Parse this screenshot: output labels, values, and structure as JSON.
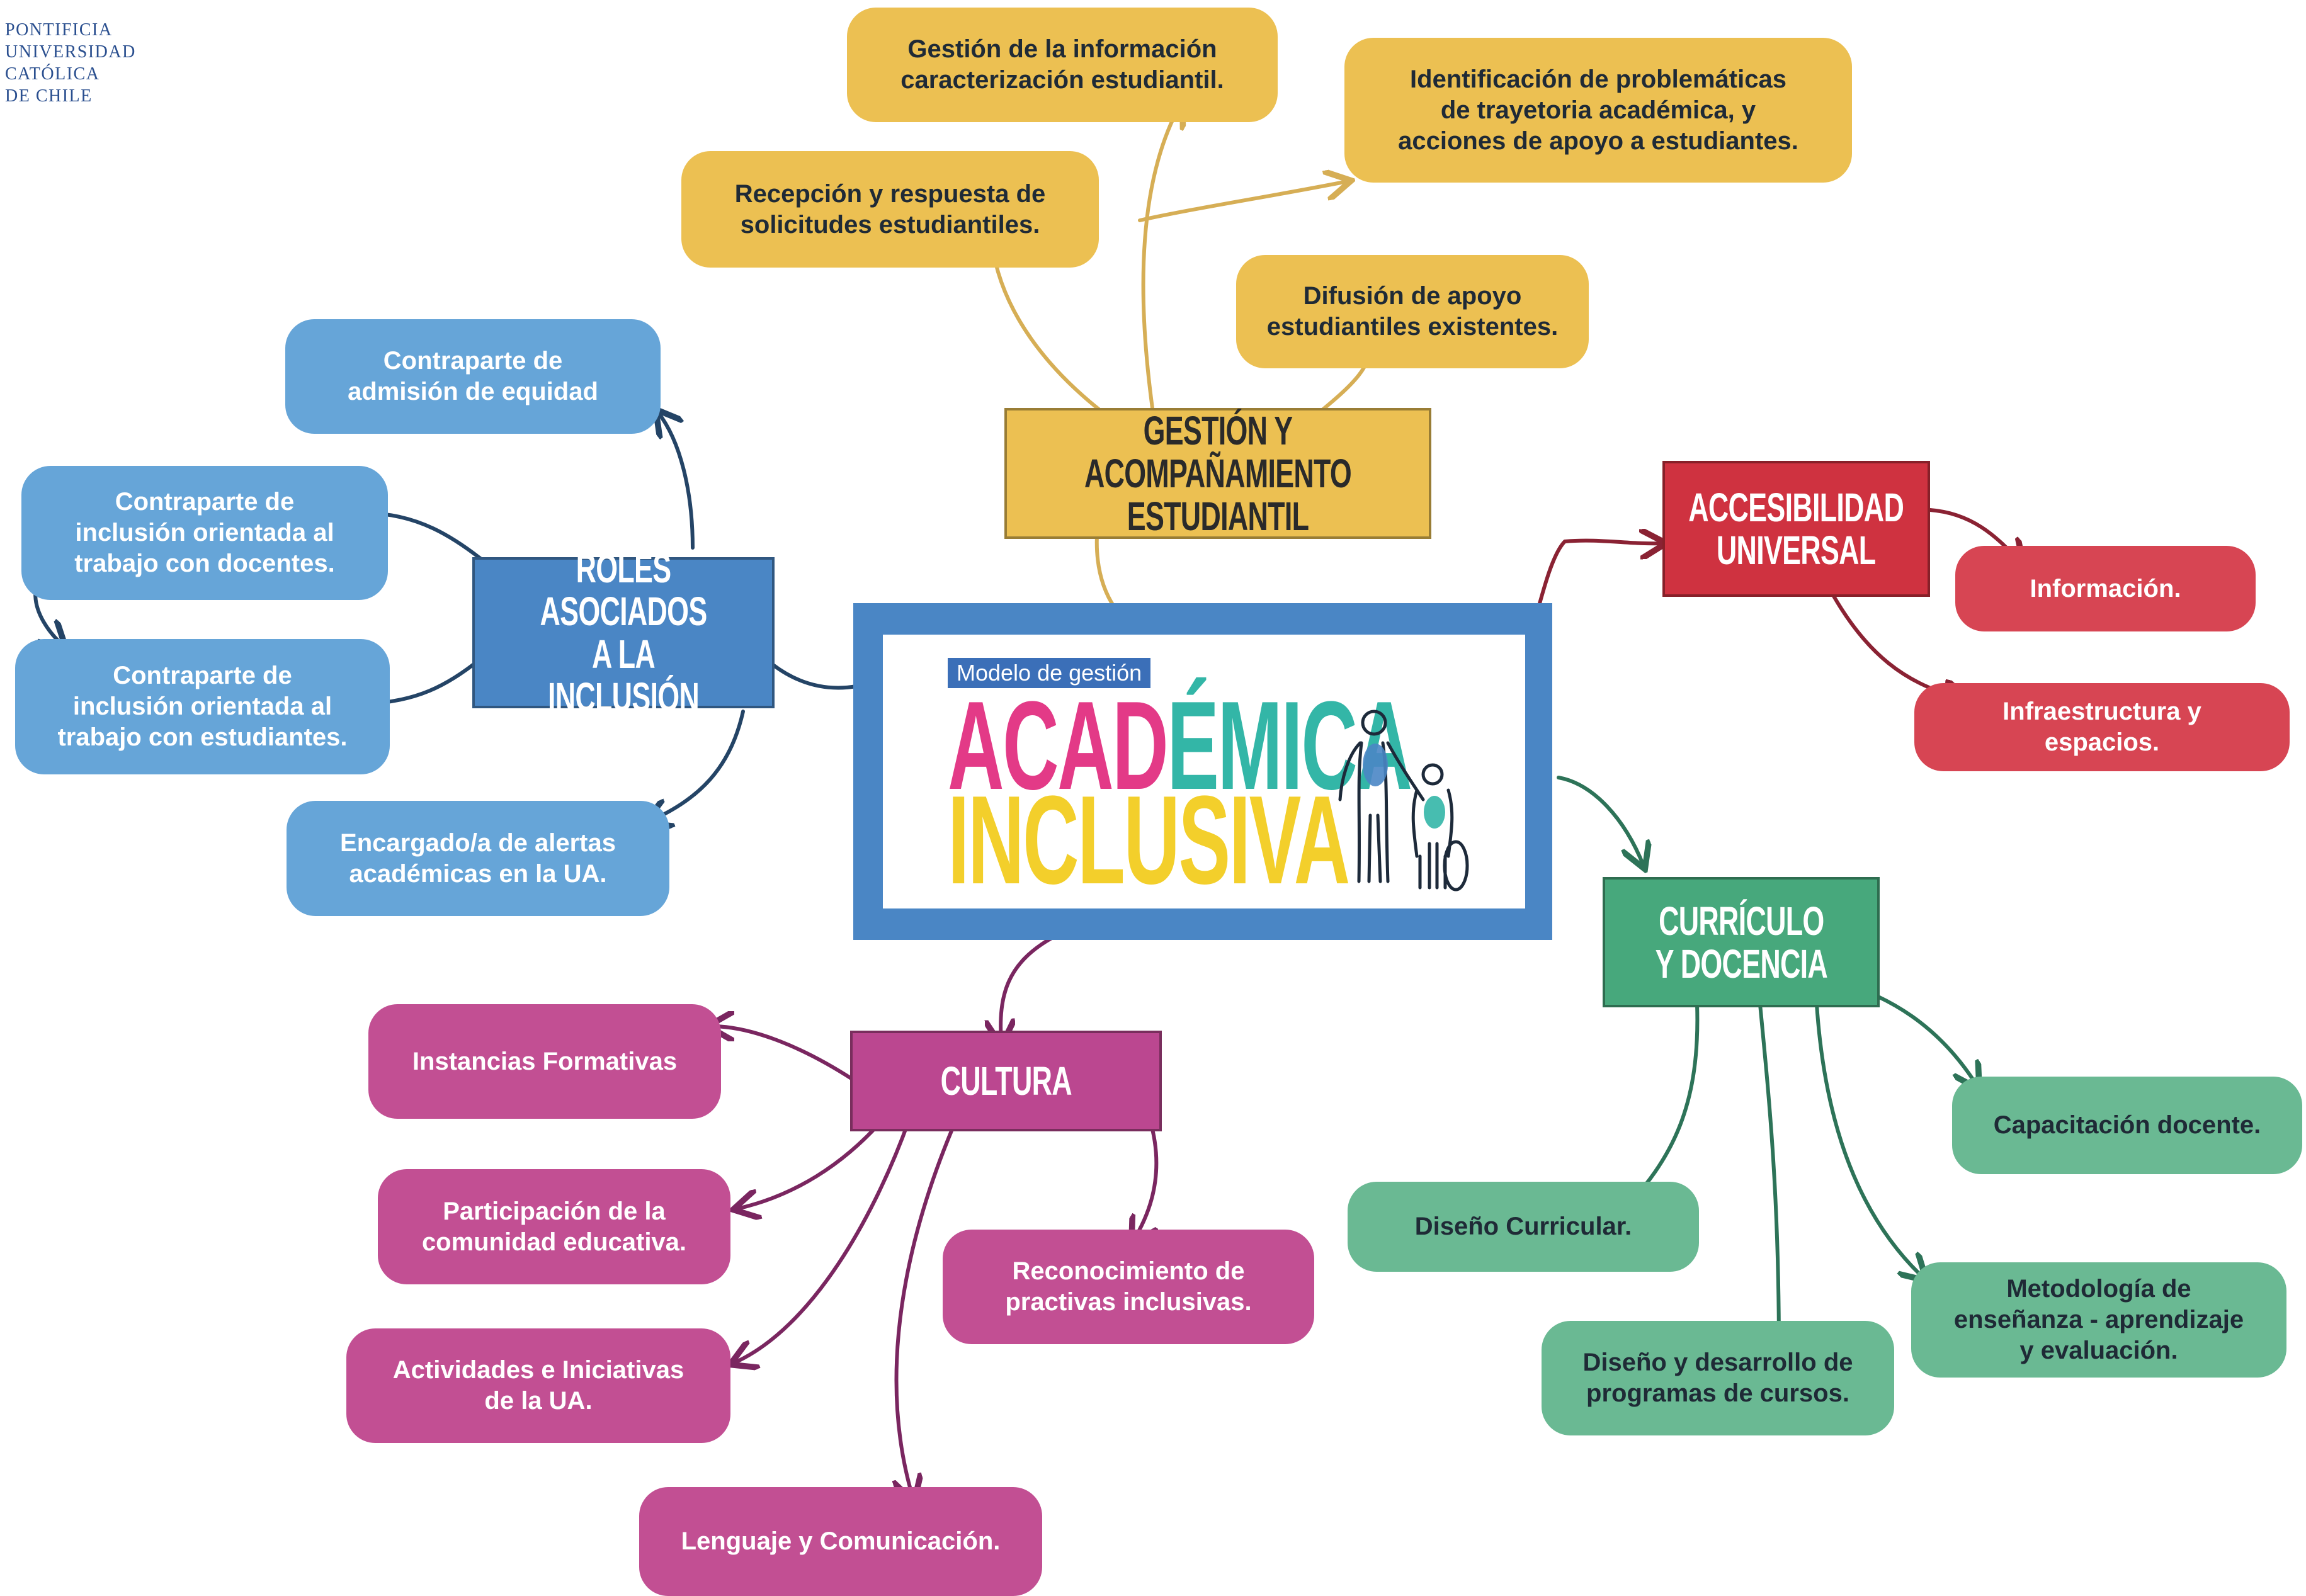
{
  "university": [
    "PONTIFICIA",
    "UNIVERSIDAD",
    "CATÓLICA",
    "DE CHILE"
  ],
  "center": {
    "tag": "Modelo de gestión",
    "word1_a": "ACAD",
    "word1_b": "ÉMICA",
    "word2": "INCLUSIVA",
    "frame_color": "#4a86c5"
  },
  "colors": {
    "gestion": "#ecc052",
    "gestion_wire": "#d6ae55",
    "roles": "#4a86c5",
    "roles_leaf": "#66a5d8",
    "roles_wire": "#244466",
    "accesibilidad": "#cf3240",
    "accesibilidad_leaf": "#d74553",
    "accesibilidad_wire": "#8a2233",
    "curriculo": "#47a87c",
    "curriculo_leaf": "#6ab993",
    "curriculo_wire": "#2d7358",
    "cultura": "#bb4790",
    "cultura_leaf": "#c24f93",
    "cultura_wire": "#7a2660",
    "academica_pink": "#e33a87",
    "academica_teal": "#33b6a7",
    "inclusiva_yellow": "#f3cf2b"
  },
  "branches": {
    "gestion": {
      "title": "GESTIÓN Y ACOMPAÑAMIENTO\nESTUDIANTIL",
      "items": [
        "Gestión de la información\ncaracterización estudiantil.",
        "Identificación de problemáticas\nde trayetoria académica, y\nacciones de apoyo a estudiantes.",
        "Recepción y respuesta de\nsolicitudes estudiantiles.",
        "Difusión de apoyo\nestudiantiles existentes."
      ]
    },
    "roles": {
      "title": "ROLES ASOCIADOS\nA LA INCLUSIÓN",
      "items": [
        "Contraparte de\nadmisión de equidad",
        "Contraparte de\ninclusión orientada al\ntrabajo con docentes.",
        "Contraparte de\ninclusión orientada al\ntrabajo con estudiantes.",
        "Encargado/a de alertas\nacadémicas en la UA."
      ]
    },
    "accesibilidad": {
      "title": "ACCESIBILIDAD\nUNIVERSAL",
      "items": [
        "Información.",
        "Infraestructura y\nespacios."
      ]
    },
    "curriculo": {
      "title": "CURRÍCULO\nY DOCENCIA",
      "items": [
        "Capacitación docente.",
        "Diseño Curricular.",
        "Metodología de\nenseñanza - aprendizaje\ny evaluación.",
        "Diseño y desarrollo de\nprogramas de cursos."
      ]
    },
    "cultura": {
      "title": "CULTURA",
      "items": [
        "Instancias Formativas",
        "Participación de la\ncomunidad educativa.",
        "Reconocimiento de\npractivas inclusivas.",
        "Actividades e Iniciativas\nde la UA.",
        "Lenguaje y Comunicación."
      ]
    }
  }
}
